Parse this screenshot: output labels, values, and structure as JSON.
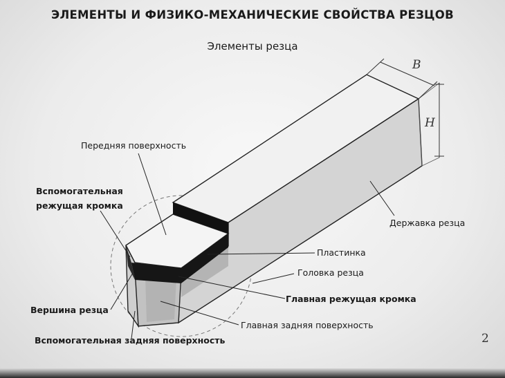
{
  "title": "ЭЛЕМЕНТЫ И ФИЗИКО-МЕХАНИЧЕСКИЕ СВОЙСТВА РЕЗЦОВ",
  "subtitle": "Элементы резца",
  "labels": {
    "front_surface": "Передняя поверхность",
    "aux_cutting_edge_1": "Вспомогательная",
    "aux_cutting_edge_2": "режущая кромка",
    "tool_holder": "Державка резца",
    "insert_plate": "Пластинка",
    "tool_head": "Головка резца",
    "main_cutting_edge": "Главная режущая кромка",
    "tool_tip": "Вершина резца",
    "main_flank": "Главная задняя поверхность",
    "aux_flank": "Вспомогательная задняя поверхность"
  },
  "dimensions": {
    "width": "B",
    "height": "H"
  },
  "page_number": "2"
}
